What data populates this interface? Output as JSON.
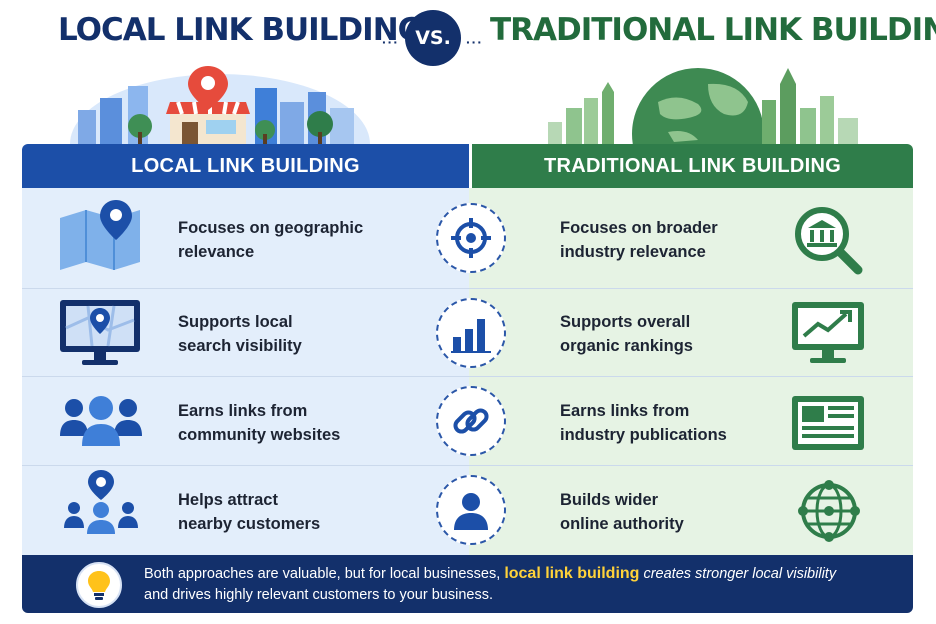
{
  "title": {
    "left": "LOCAL LINK BUILDING",
    "vs": "VS.",
    "right": "TRADITIONAL LINK BUILDING",
    "dots": "···"
  },
  "columns": {
    "left_header": "LOCAL LINK BUILDING",
    "right_header": "TRADITIONAL LINK BUILDING"
  },
  "rows": [
    {
      "left_line1": "Focuses on geographic",
      "left_line2": "relevance",
      "right_line1": "Focuses on broader",
      "right_line2": "industry relevance",
      "left_icon": "map-pin-icon",
      "mid_icon": "target-icon",
      "right_icon": "magnify-institution-icon"
    },
    {
      "left_line1": "Supports local",
      "left_line2": "search visibility",
      "right_line1": "Supports overall",
      "right_line2": "organic rankings",
      "left_icon": "monitor-map-icon",
      "mid_icon": "bar-chart-icon",
      "right_icon": "monitor-trend-icon"
    },
    {
      "left_line1": "Earns links from",
      "left_line2": "community websites",
      "right_line1": "Earns links from",
      "right_line2": "industry publications",
      "left_icon": "community-icon",
      "mid_icon": "chain-link-icon",
      "right_icon": "newspaper-icon"
    },
    {
      "left_line1": "Helps attract",
      "left_line2": "nearby customers",
      "right_line1": "Builds wider",
      "right_line2": "online authority",
      "left_icon": "local-customers-icon",
      "mid_icon": "person-icon",
      "right_icon": "global-network-icon"
    }
  ],
  "footer": {
    "pre": "Both approaches are valuable, but for local businesses, ",
    "highlight": "local link building",
    "post": " creates stronger local visibility",
    "line2": "and drives highly relevant customers to your business."
  },
  "colors": {
    "navy": "#13306b",
    "local_blue": "#1c4fa8",
    "traditional_green": "#2f7d4a",
    "highlight_yellow": "#ffd23a"
  }
}
